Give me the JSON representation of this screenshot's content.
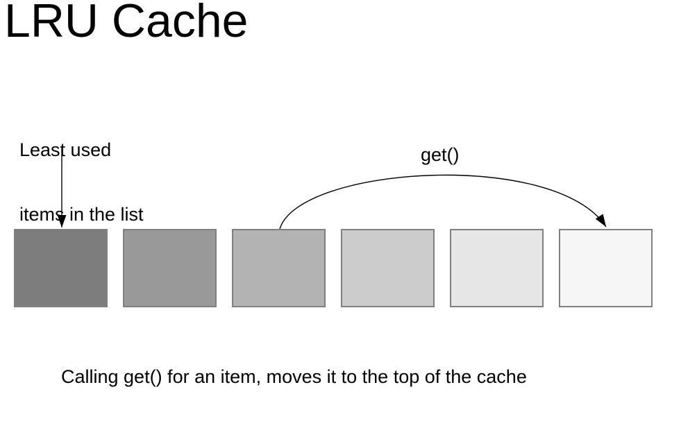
{
  "title": "LRU Cache",
  "labels": {
    "least_used": {
      "line1": "Least used",
      "line2": "items in the list"
    },
    "get": "get()",
    "caption": "Calling get() for an item, moves it to the top of the cache"
  },
  "cache_items": [
    {
      "fill": "#7d7d7d"
    },
    {
      "fill": "#999999"
    },
    {
      "fill": "#b3b3b3"
    },
    {
      "fill": "#cccccc"
    },
    {
      "fill": "#e6e6e6"
    },
    {
      "fill": "#f6f6f6"
    }
  ],
  "colors": {
    "background": "#ffffff",
    "text": "#000000",
    "arrow": "#000000",
    "box_border": "#808080"
  }
}
